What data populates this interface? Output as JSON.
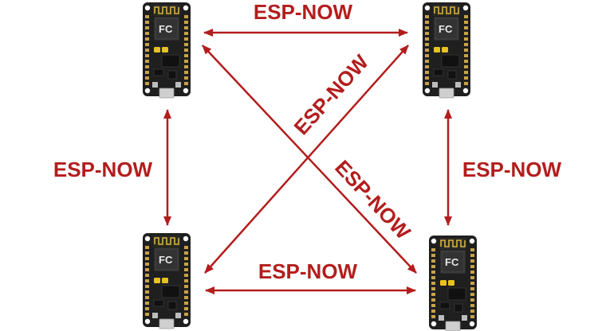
{
  "diagram": {
    "accent_color": "#b31d1d",
    "board_icon": "esp8266-nodemcu-board-icon",
    "boards": [
      {
        "id": "top-left"
      },
      {
        "id": "top-right"
      },
      {
        "id": "bottom-left"
      },
      {
        "id": "bottom-right"
      }
    ],
    "links": [
      {
        "from": "top-left",
        "to": "top-right",
        "label": "ESP-NOW"
      },
      {
        "from": "top-left",
        "to": "bottom-left",
        "label": "ESP-NOW"
      },
      {
        "from": "top-right",
        "to": "bottom-right",
        "label": "ESP-NOW"
      },
      {
        "from": "bottom-left",
        "to": "bottom-right",
        "label": "ESP-NOW"
      },
      {
        "from": "bottom-left",
        "to": "top-right",
        "label": "ESP-NOW"
      },
      {
        "from": "top-left",
        "to": "bottom-right",
        "label": "ESP-NOW"
      }
    ]
  }
}
